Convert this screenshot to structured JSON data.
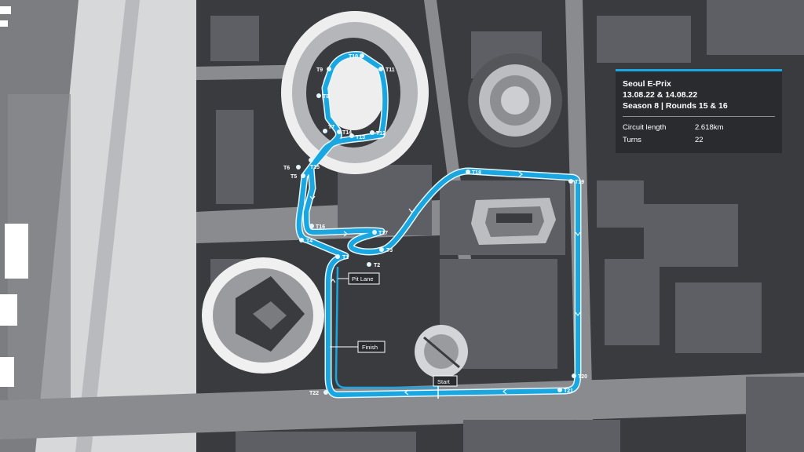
{
  "event": {
    "title": "Seoul E-Prix",
    "dates": "13.08.22 & 14.08.22",
    "season": "Season 8",
    "separator": "|",
    "rounds": "Rounds 15 & 16"
  },
  "stats": {
    "length_label": "Circuit length",
    "length_value": "2.618km",
    "turns_label": "Turns",
    "turns_value": "22"
  },
  "markers": {
    "pit_lane": "Pit Lane",
    "finish": "Finish",
    "start": "Start"
  },
  "turns": [
    "T1",
    "T2",
    "T3",
    "T4",
    "T5",
    "T6",
    "T7",
    "T8",
    "T9",
    "T10",
    "T11",
    "T12",
    "T13",
    "T14",
    "T15",
    "T16",
    "T17",
    "T18",
    "T19",
    "T20",
    "T21",
    "T22"
  ],
  "colors": {
    "track": "#1aa6e0",
    "track_edge": "#e6f6fd",
    "background": "#3a3b3f",
    "building": "#5e5f64",
    "road": "#8a8b8f",
    "panel": "#2a2b2f"
  }
}
